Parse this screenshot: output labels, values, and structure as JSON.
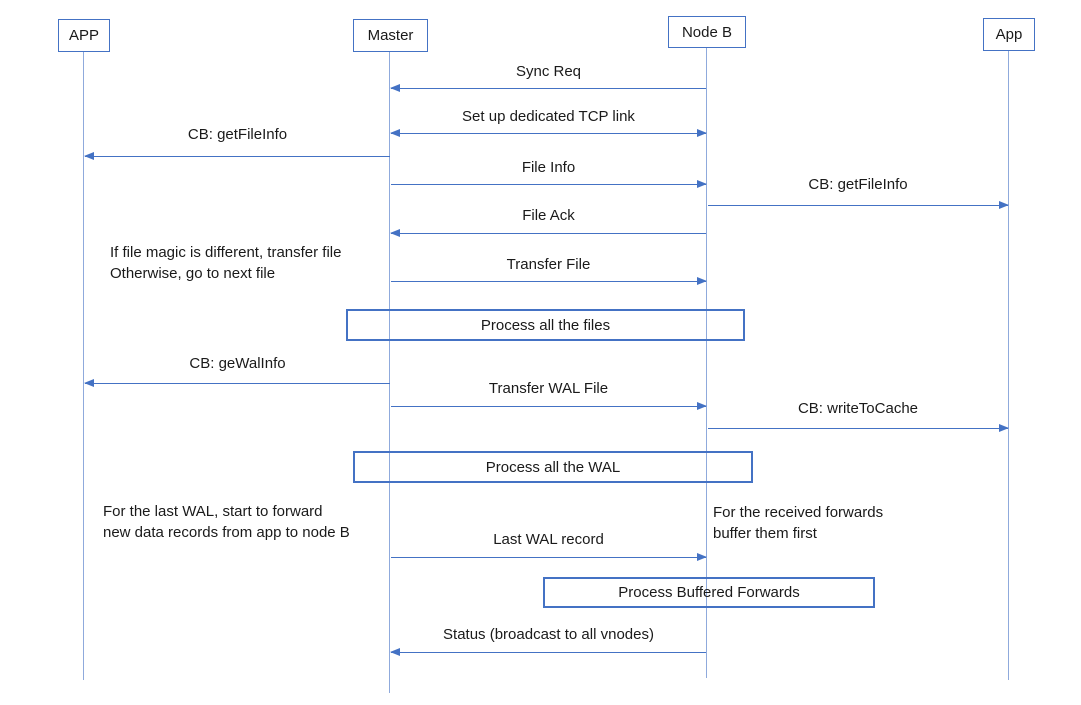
{
  "diagram": {
    "type": "sequence-diagram",
    "colors": {
      "accent": "#4472C4",
      "lifeline": "#8FAADC",
      "text": "#1a1a1a",
      "background": "#ffffff"
    },
    "actors": [
      {
        "label": "APP"
      },
      {
        "label": "Master"
      },
      {
        "label": "Node B"
      },
      {
        "label": "App"
      }
    ],
    "messages": [
      {
        "label": "Sync Req",
        "from": "Node B",
        "to": "Master",
        "direction": "left"
      },
      {
        "label": "Set up dedicated TCP link",
        "from": "Master",
        "to": "Node B",
        "direction": "both"
      },
      {
        "label": "CB: getFileInfo",
        "from": "Master",
        "to": "APP",
        "direction": "left"
      },
      {
        "label": "File Info",
        "from": "Master",
        "to": "Node B",
        "direction": "right"
      },
      {
        "label": "CB: getFileInfo",
        "from": "Node B",
        "to": "App",
        "direction": "right"
      },
      {
        "label": "File Ack",
        "from": "Node B",
        "to": "Master",
        "direction": "left"
      },
      {
        "label": "Transfer File",
        "from": "Master",
        "to": "Node B",
        "direction": "right"
      },
      {
        "label": "CB: geWalInfo",
        "from": "Master",
        "to": "APP",
        "direction": "left"
      },
      {
        "label": "Transfer WAL File",
        "from": "Master",
        "to": "Node B",
        "direction": "right"
      },
      {
        "label": "CB: writeToCache",
        "from": "Node B",
        "to": "App",
        "direction": "right"
      },
      {
        "label": "Last WAL record",
        "from": "Master",
        "to": "Node B",
        "direction": "right"
      },
      {
        "label": "Status (broadcast to all vnodes)",
        "from": "Node B",
        "to": "Master",
        "direction": "left"
      }
    ],
    "process_boxes": [
      {
        "label": "Process all the files"
      },
      {
        "label": "Process all the WAL"
      },
      {
        "label": "Process Buffered Forwards"
      }
    ],
    "annotations": [
      {
        "text": "If file magic is different, transfer file\nOtherwise, go to next file"
      },
      {
        "text": "For the last WAL, start to forward\nnew data records from app to node B"
      },
      {
        "text": "For the received forwards\nbuffer them first"
      }
    ]
  }
}
